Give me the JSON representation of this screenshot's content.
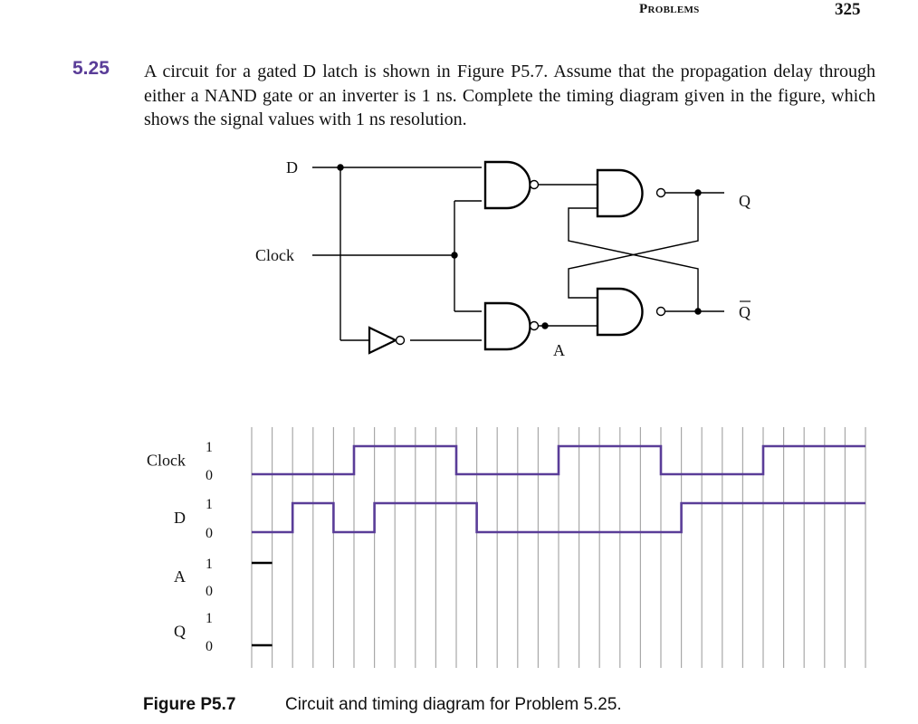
{
  "header": {
    "section": "Problems",
    "page_number": "325"
  },
  "problem": {
    "number": "5.25",
    "text": "A circuit for a gated D latch is shown in Figure P5.7. Assume that the propagation delay through either a NAND gate or an inverter is 1 ns. Complete the timing diagram given in the figure, which shows the signal values with 1 ns resolution."
  },
  "circuit": {
    "input_d": "D",
    "input_clock": "Clock",
    "output_q": "Q",
    "output_qbar": "Q",
    "node_a": "A"
  },
  "timing": {
    "high_label": "1",
    "low_label": "0",
    "signals": [
      {
        "name": "Clock",
        "trace": [
          0,
          0,
          0,
          0,
          0,
          1,
          1,
          1,
          1,
          1,
          0,
          0,
          0,
          0,
          0,
          1,
          1,
          1,
          1,
          1,
          0,
          0,
          0,
          0,
          0,
          1,
          1,
          1,
          1,
          1
        ]
      },
      {
        "name": "D",
        "trace": [
          0,
          0,
          1,
          1,
          0,
          0,
          1,
          1,
          1,
          1,
          1,
          0,
          0,
          0,
          0,
          0,
          0,
          0,
          0,
          0,
          0,
          1,
          1,
          1,
          1,
          1,
          1,
          1,
          1,
          1
        ]
      },
      {
        "name": "A",
        "initial": 1,
        "trace": []
      },
      {
        "name": "Q",
        "initial": 0,
        "trace": []
      }
    ],
    "colors": {
      "waveform": "#5a3d98",
      "grid": "#a8a8a8",
      "initial_mark": "#000000"
    }
  },
  "figure": {
    "label": "Figure P5.7",
    "caption": "Circuit and timing diagram for Problem 5.25."
  }
}
